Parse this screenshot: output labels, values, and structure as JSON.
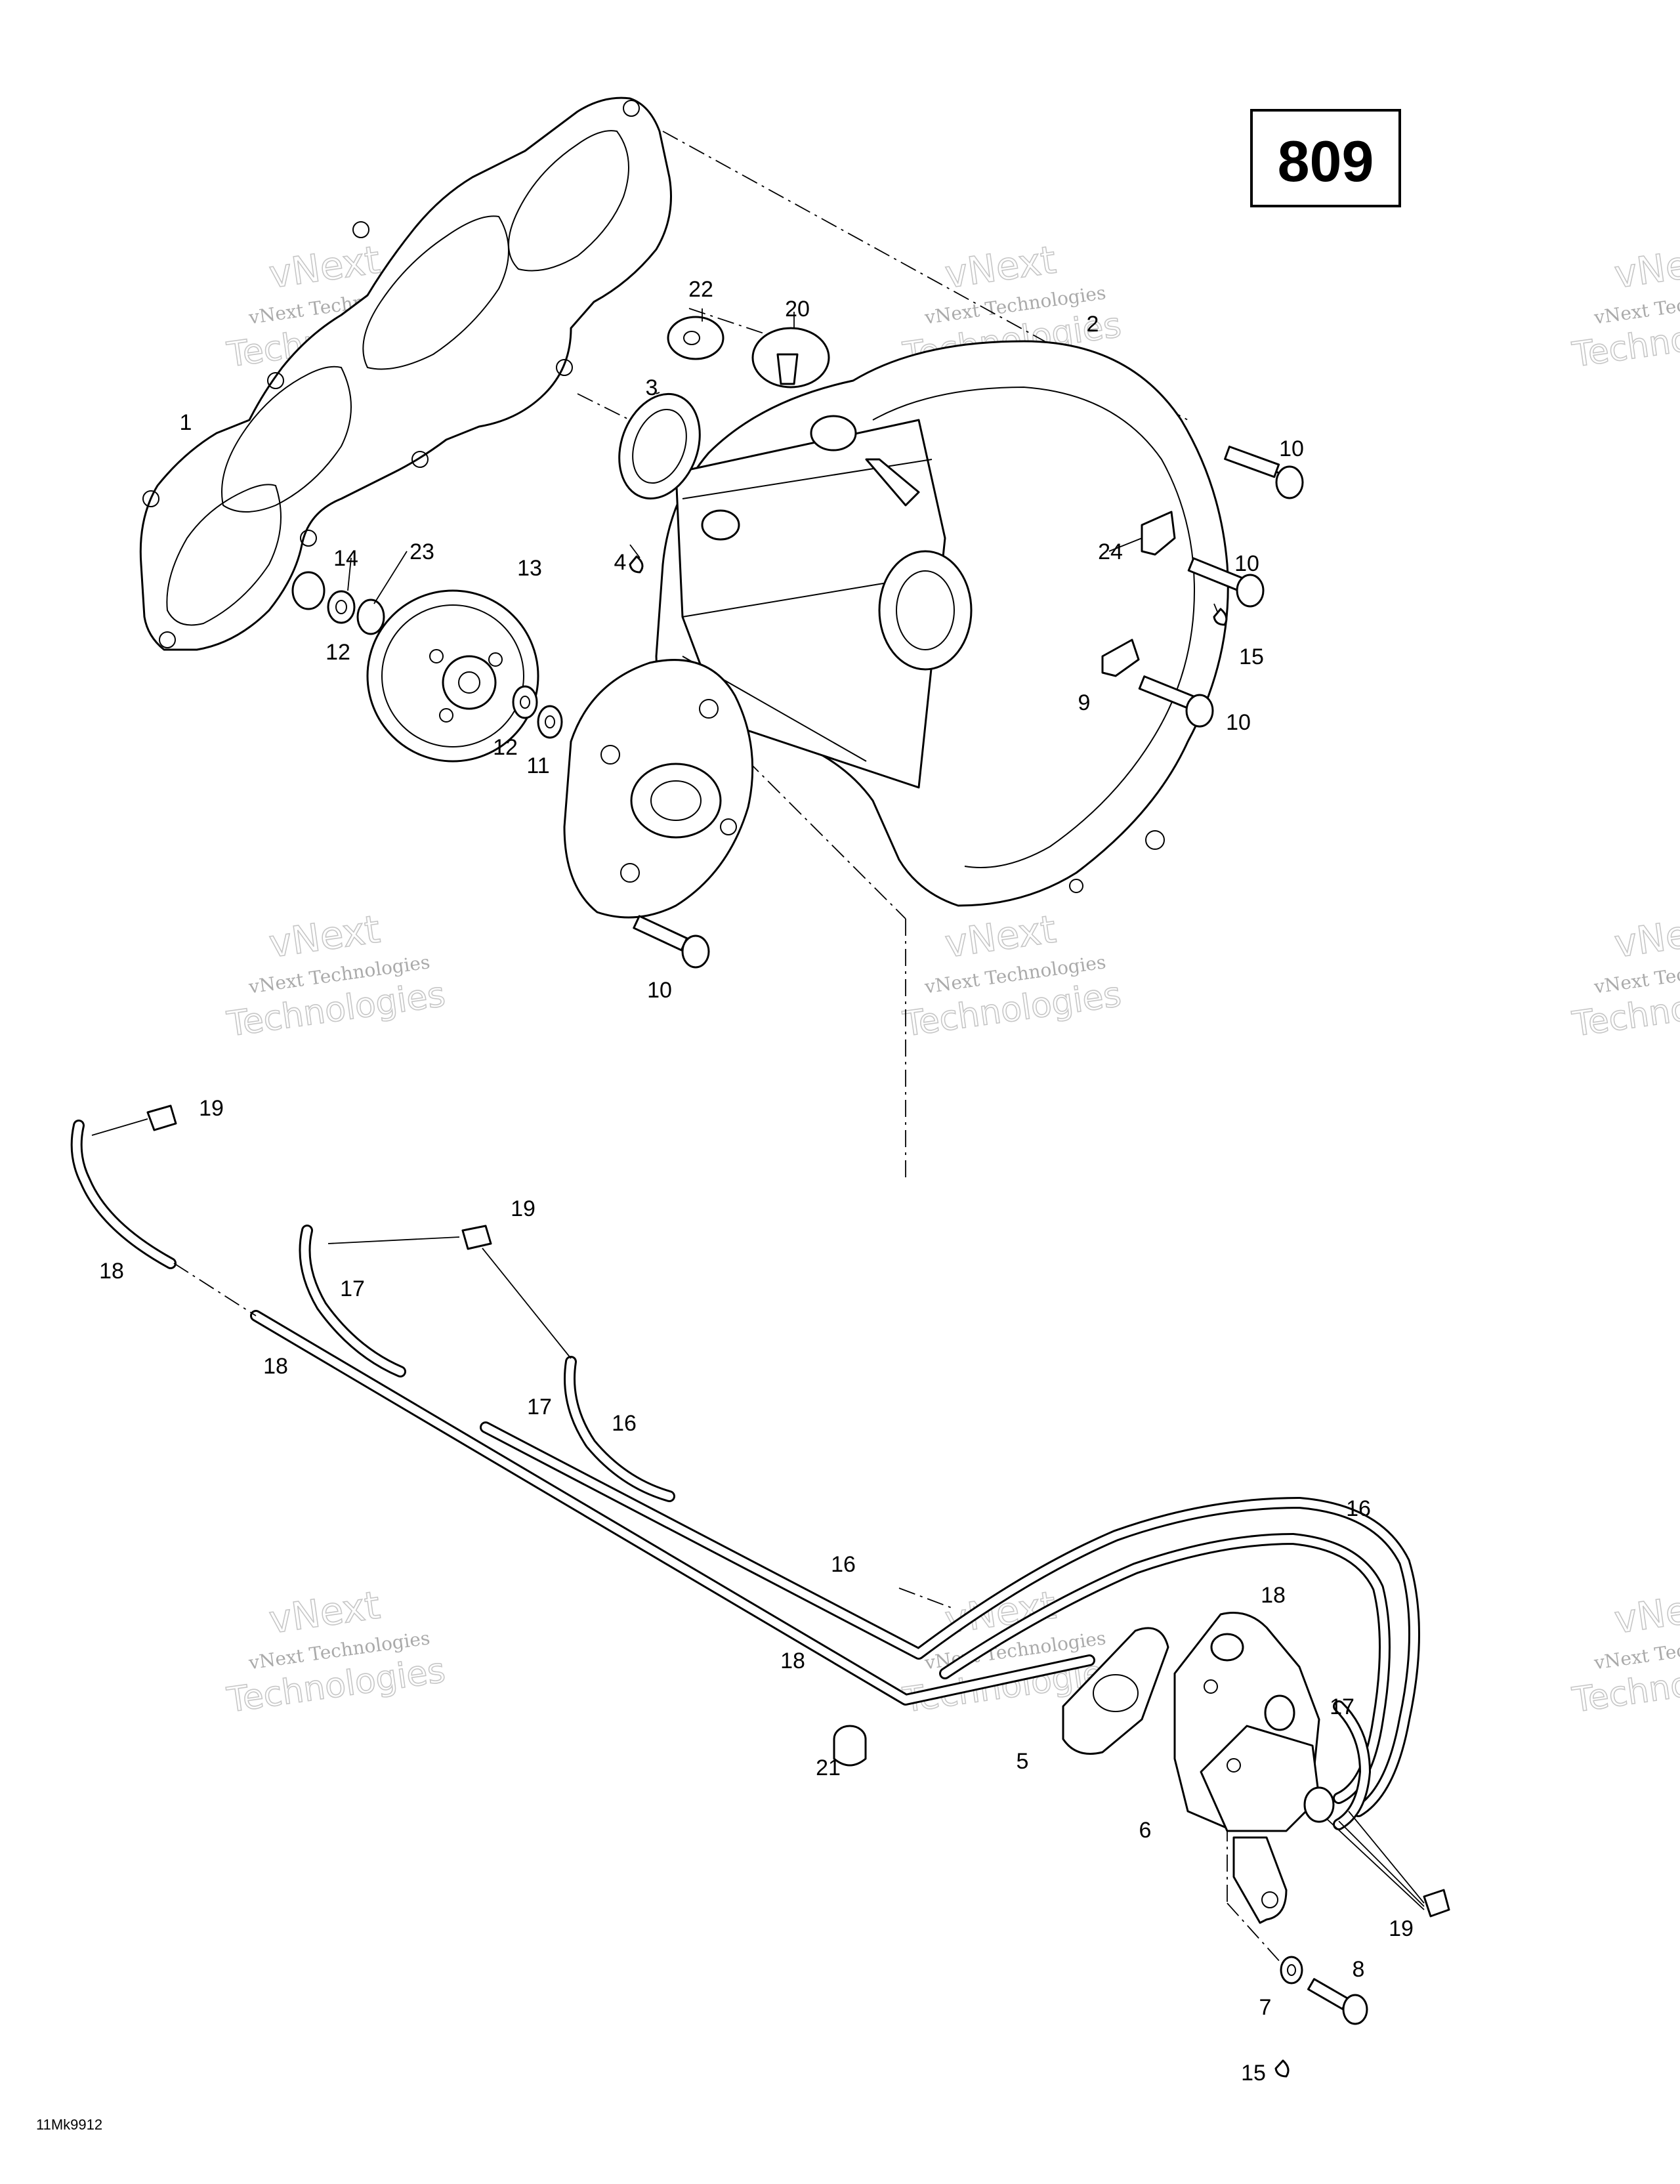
{
  "reference_box": {
    "label": "809"
  },
  "drawing_code": "11Mk9912",
  "watermark": {
    "line1": "vNext Technologies",
    "line2": "vNext",
    "line3": "Technologies"
  },
  "callouts": {
    "c1": "1",
    "c2": "2",
    "c3": "3",
    "c4": "4",
    "c5": "5",
    "c6": "6",
    "c7": "7",
    "c8": "8",
    "c9": "9",
    "c10a": "10",
    "c10b": "10",
    "c10c": "10",
    "c10d": "10",
    "c11": "11",
    "c12a": "12",
    "c12b": "12",
    "c13": "13",
    "c14": "14",
    "c15a": "15",
    "c15b": "15",
    "c16a": "16",
    "c16b": "16",
    "c16c": "16",
    "c17a": "17",
    "c17b": "17",
    "c17c": "17",
    "c18a": "18",
    "c18b": "18",
    "c18c": "18",
    "c18d": "18",
    "c19a": "19",
    "c19b": "19",
    "c19c": "19",
    "c20": "20",
    "c21": "21",
    "c22": "22",
    "c23": "23",
    "c24": "24"
  }
}
